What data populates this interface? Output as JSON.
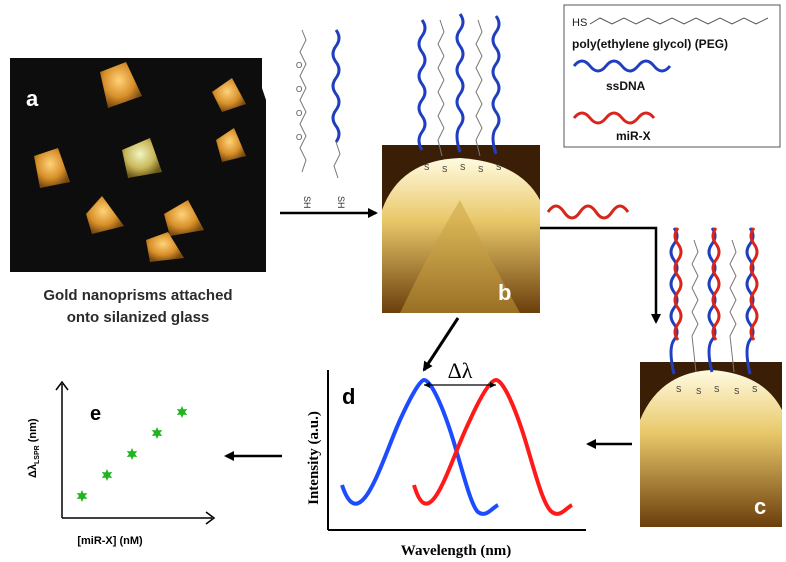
{
  "panels": {
    "a": {
      "letter": "a",
      "caption_line1": "Gold nanoprisms attached",
      "caption_line2": "onto silanized glass"
    },
    "b": {
      "letter": "b"
    },
    "c": {
      "letter": "c"
    },
    "d": {
      "letter": "d",
      "delta_label": "Δλ",
      "xlabel": "Wavelength (nm)",
      "ylabel": "Intensity (a.u.)"
    },
    "e": {
      "letter": "e",
      "xlabel": "[miR-X] (nM)",
      "ylabel_main": "Δλ",
      "ylabel_sub": "LSPR",
      "ylabel_unit": "(nm)"
    }
  },
  "legend": {
    "hs_label": "HS",
    "peg_label": "poly(ethylene glycol) (PEG)",
    "ssdna_label": "ssDNA",
    "mirx_label": "miR-X"
  },
  "molecule_labels": {
    "sh": "SH",
    "s": "S"
  },
  "colors": {
    "blue": "#1f3fbf",
    "red": "#d8261c",
    "green": "#1fb51f",
    "spectrum_blue": "#1d4cff",
    "spectrum_red": "#ff1a1a"
  },
  "chart_data": {
    "type": "scatter",
    "x": [
      1,
      2,
      3,
      4,
      5
    ],
    "y": [
      1,
      2,
      3,
      4,
      5
    ],
    "xlabel": "[miR-X] (nM)",
    "ylabel": "ΔλLSPR (nm)",
    "marker": "star",
    "color": "#1fb51f"
  }
}
